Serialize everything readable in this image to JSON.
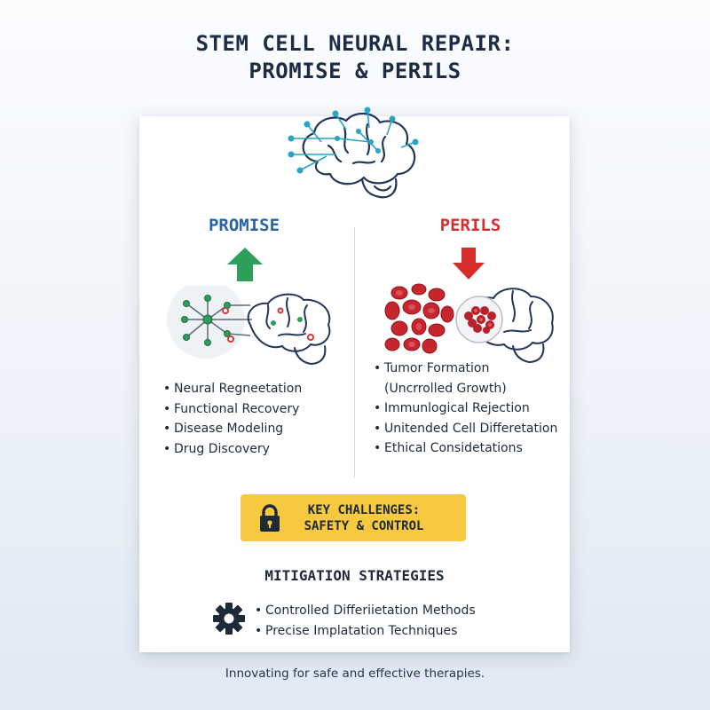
{
  "title": {
    "line1": "STEM CELL NEURAL REPAIR:",
    "line2": "PROMISE & PERILS"
  },
  "promise": {
    "heading": "PROMISE",
    "color": "#2a62a6",
    "arrow_color": "#2e9e5b",
    "items": [
      "Neural Regnеetation",
      "Functional Recovery",
      "Disease Modeling",
      "Drug Discovery"
    ]
  },
  "perils": {
    "heading": "PERILS",
    "color": "#d52e2e",
    "arrow_color": "#d92d2d",
    "items": [
      "Tumor Formation",
      "(Uncrrolled Growth)",
      "Immunlogical Rejection",
      "Unitended Cell Differetation",
      "Ethical Considetations"
    ]
  },
  "challenges": {
    "line1": "KEY CHALLENGES:",
    "line2": "SAFETY & CONTROL",
    "background": "#f7c93e",
    "icon": "lock-icon"
  },
  "mitigation": {
    "heading": "MITIGATION STRATEGIES",
    "icon": "gear-icon",
    "items": [
      "Controlled Differiietation Methods",
      "Precise Implatation Techniques"
    ]
  },
  "footer": "Innovating for safe and effective therapies."
}
